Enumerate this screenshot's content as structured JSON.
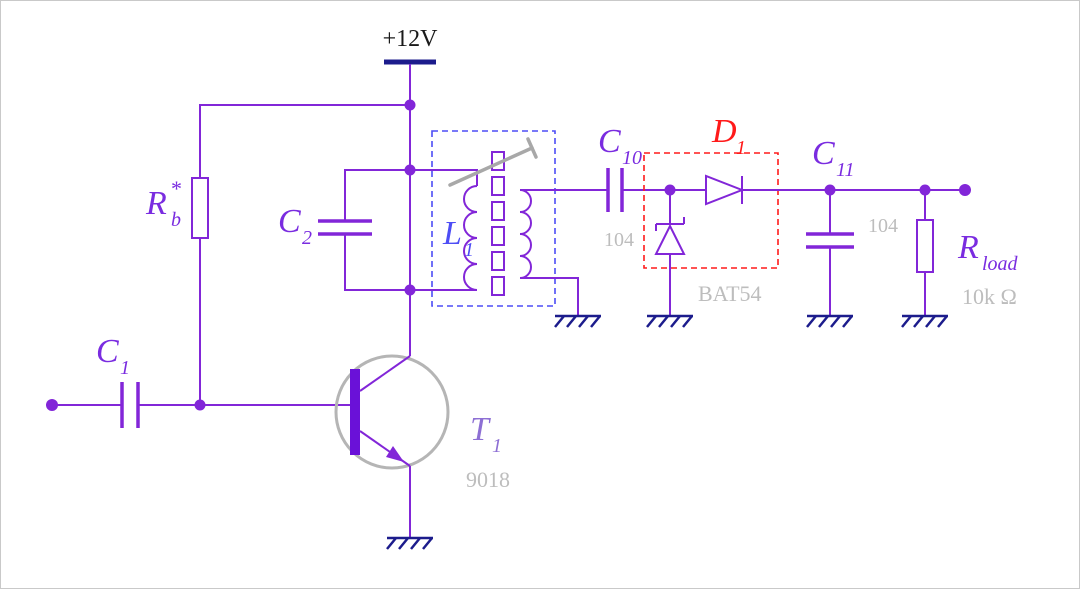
{
  "colors": {
    "wire": "#8226d8",
    "label_purple": "#7a2ce0",
    "label_blue": "#4d4df5",
    "label_red": "#ff1a1a",
    "value_gray": "#bdbdbd",
    "ground_navy": "#1c1c8c",
    "transistor_outline": "#b5b5b5"
  },
  "power": {
    "label": "+12V"
  },
  "components": {
    "rb": {
      "sym": "R",
      "sup": "*",
      "sub": "b"
    },
    "c1": {
      "sym": "C",
      "sub": "1"
    },
    "c2": {
      "sym": "C",
      "sub": "2"
    },
    "l1": {
      "sym": "L",
      "sub": "1"
    },
    "t1": {
      "sym": "T",
      "sub": "1",
      "part": "9018"
    },
    "c10": {
      "sym": "C",
      "sub": "10",
      "value": "104"
    },
    "d1": {
      "sym": "D",
      "sub": "1",
      "part": "BAT54"
    },
    "c11": {
      "sym": "C",
      "sub": "11",
      "value": "104"
    },
    "rload": {
      "sym": "R",
      "sub": "load",
      "value": "10k Ω"
    }
  }
}
